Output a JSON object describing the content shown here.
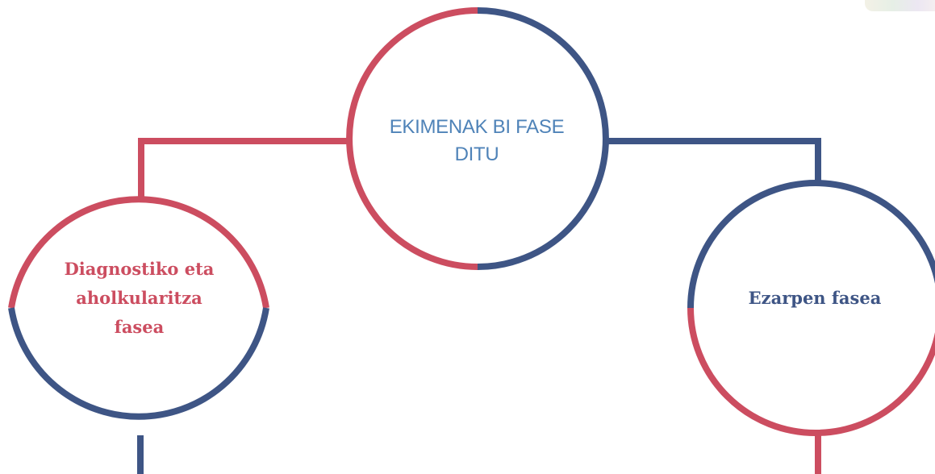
{
  "diagram": {
    "center_node": {
      "label": "EKIMENAK BI FASE DITU"
    },
    "left_node": {
      "label": "Diagnostiko eta aholkularitza fasea"
    },
    "right_node": {
      "label": "Ezarpen fasea"
    }
  },
  "colors": {
    "red": "#cc4d60",
    "navy": "#3e5585",
    "center_text": "#4f83b8"
  }
}
